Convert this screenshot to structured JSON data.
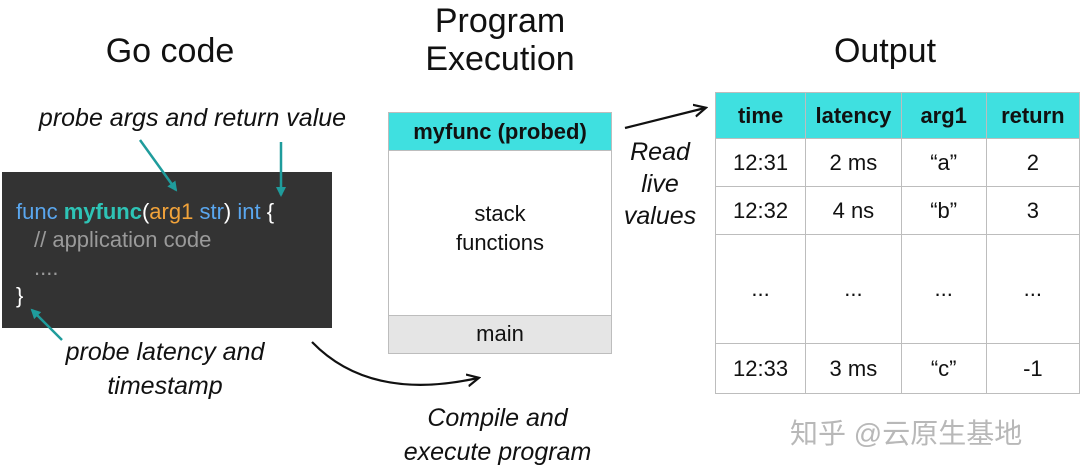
{
  "headings": {
    "go_code": "Go code",
    "program_execution": [
      "Program",
      "Execution"
    ],
    "output": "Output"
  },
  "annotations": {
    "probe_args": "probe args and return value",
    "probe_latency": [
      "probe latency and",
      "timestamp"
    ],
    "read_live": [
      "Read",
      "live",
      "values"
    ],
    "compile": [
      "Compile and",
      "execute program"
    ]
  },
  "code": {
    "line1": {
      "kw": "func",
      "fn": "myfunc",
      "open": "(",
      "arg": "arg1",
      "type": "str",
      "close": ")",
      "ret": "int",
      "brace": "{"
    },
    "line2": "// application code",
    "line3": "....",
    "line4": "}"
  },
  "program": {
    "header": "myfunc (probed)",
    "stack": [
      "stack",
      "functions"
    ],
    "main": "main"
  },
  "table": {
    "headers": [
      "time",
      "latency",
      "arg1",
      "return"
    ],
    "rows": [
      [
        "12:31",
        "2 ms",
        "“a”",
        "2"
      ],
      [
        "12:32",
        "4 ns",
        "“b”",
        "3"
      ],
      [
        "...",
        "...",
        "...",
        "..."
      ],
      [
        "12:33",
        "3 ms",
        "“c”",
        "-1"
      ]
    ]
  },
  "watermark": "知乎 @云原生基地",
  "colors": {
    "accent_cyan": "#3fe0e0",
    "code_bg": "#333333",
    "keyword": "#5aa7ef",
    "function": "#2ec4b6",
    "argument": "#f2a33a",
    "comment": "#9a9a9a",
    "arrow_teal": "#1f9c9c"
  }
}
